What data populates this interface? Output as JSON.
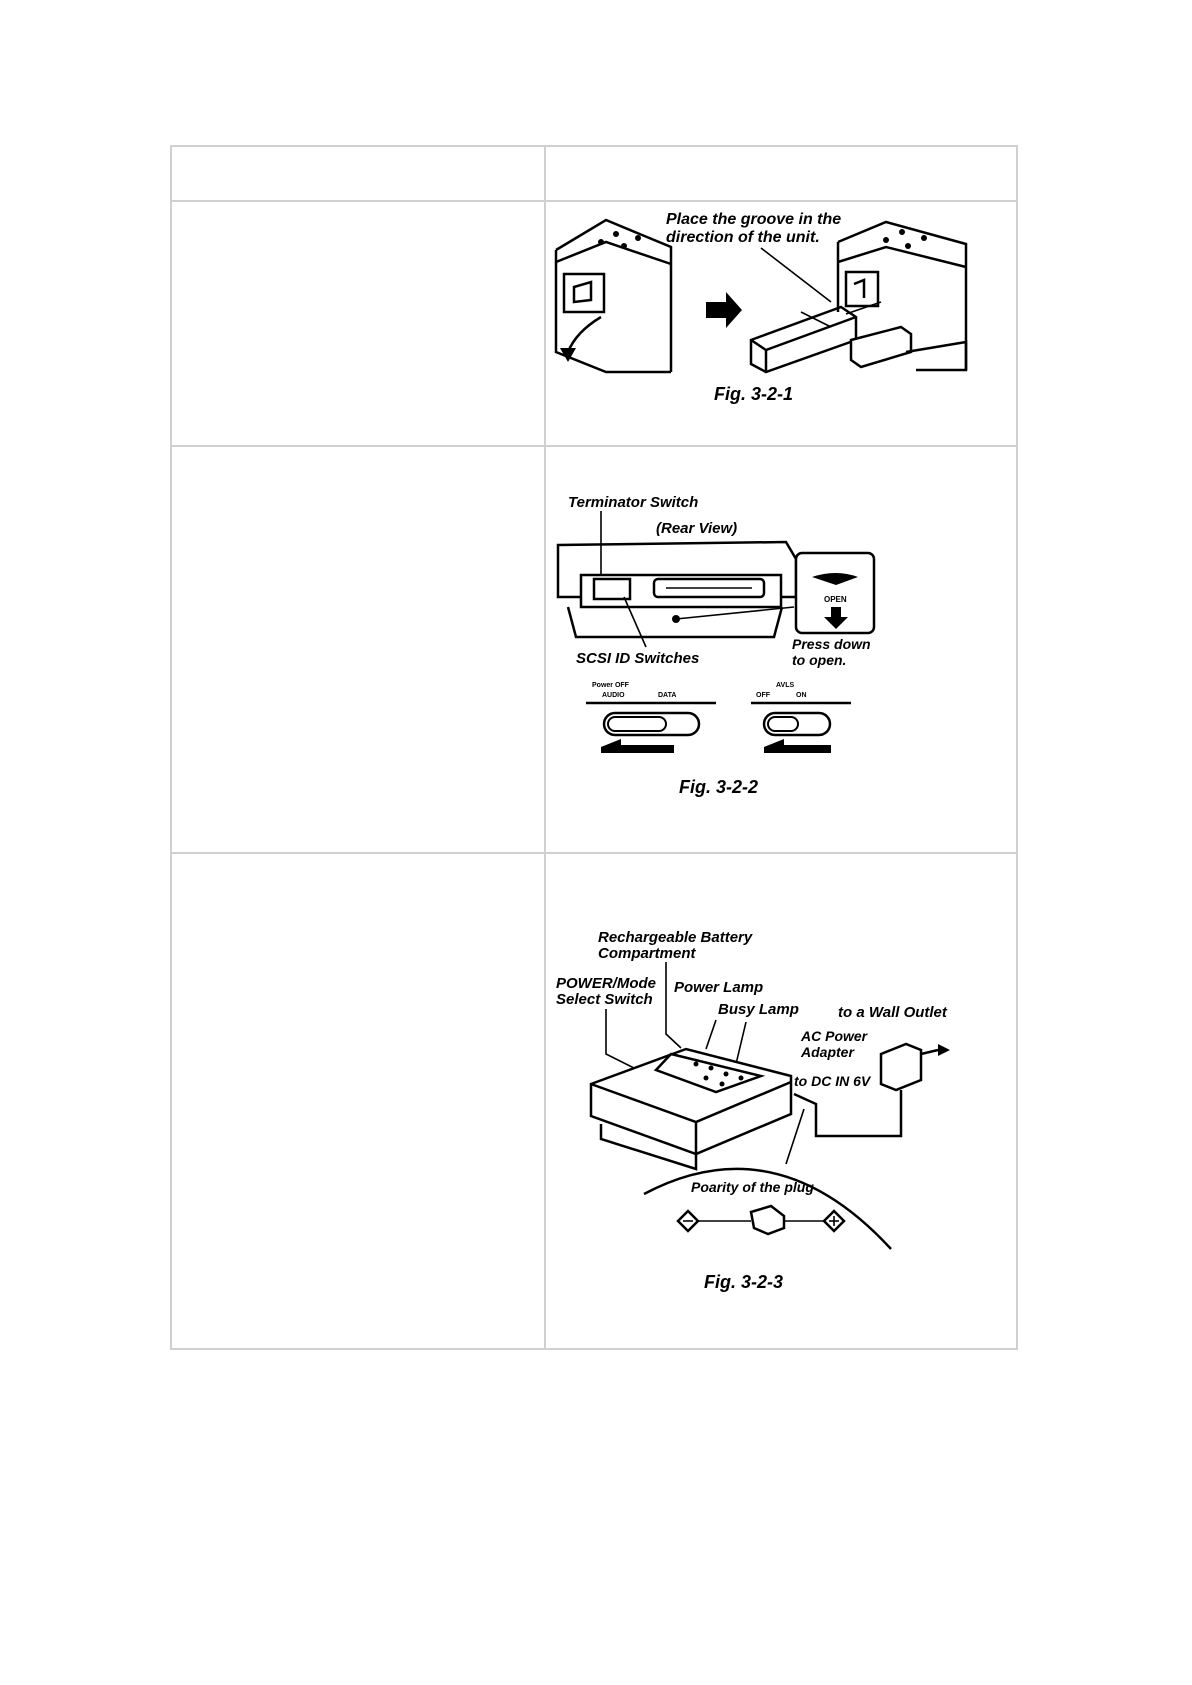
{
  "figures": {
    "fig1": {
      "caption": "Fig. 3-2-1",
      "note_line1": "Place the groove in the",
      "note_line2": "direction of the unit."
    },
    "fig2": {
      "caption": "Fig. 3-2-2",
      "terminator": "Terminator Switch",
      "rear_view": "(Rear View)",
      "scsi": "SCSI ID Switches",
      "open": "OPEN",
      "press_line1": "Press down",
      "press_line2": "to open.",
      "power_off": "Power OFF",
      "audio_data": "AUDIO",
      "data": "DATA",
      "avls": "AVLS",
      "off": "OFF",
      "on": "ON"
    },
    "fig3": {
      "caption": "Fig. 3-2-3",
      "battery_line1": "Rechargeable Battery",
      "battery_line2": "Compartment",
      "power_mode_line1": "POWER/Mode",
      "power_mode_line2": "Select Switch",
      "power_lamp": "Power Lamp",
      "busy_lamp": "Busy Lamp",
      "wall": "to a Wall Outlet",
      "ac_line1": "AC Power",
      "ac_line2": "Adapter",
      "dcin": "to DC IN 6V",
      "polarity": "Poarity of the plug"
    }
  }
}
